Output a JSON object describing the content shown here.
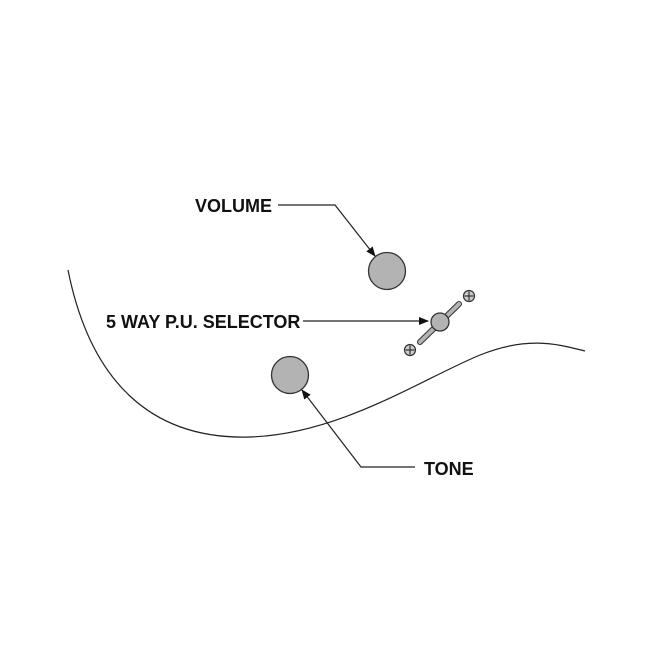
{
  "labels": {
    "volume": "VOLUME",
    "selector": "5 WAY P.U. SELECTOR",
    "tone": "TONE"
  },
  "colors": {
    "knob_fill": "#b3b3b3",
    "outline": "#333333",
    "text": "#111111"
  }
}
